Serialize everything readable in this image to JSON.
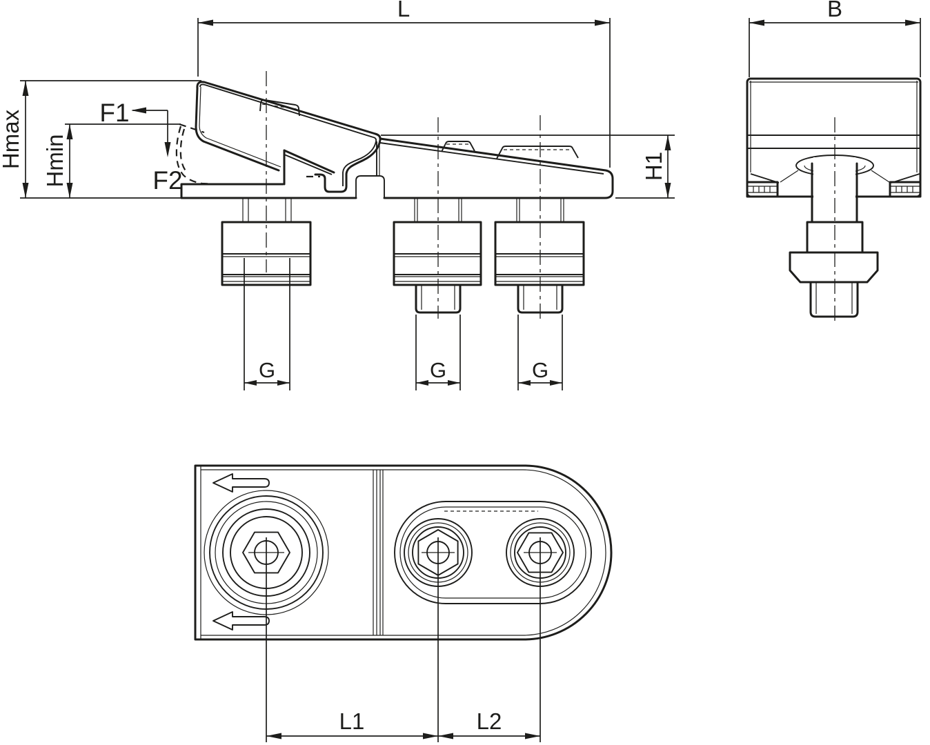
{
  "style": {
    "background": "#ffffff",
    "line_color": "#1d1d1b"
  },
  "labels": {
    "L": "L",
    "B": "B",
    "Hmax": "Hmax",
    "Hmin": "Hmin",
    "F1": "F1",
    "F2": "F2",
    "H1": "H1",
    "G": "G",
    "L1": "L1",
    "L2": "L2"
  }
}
